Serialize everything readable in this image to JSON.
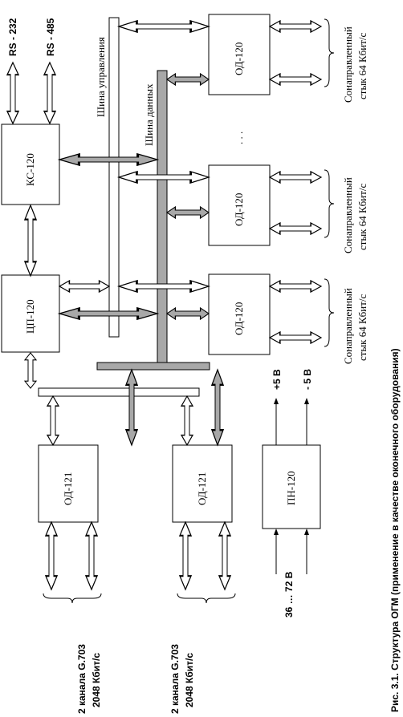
{
  "blocks": {
    "ks": "КС-120",
    "cp": "ЦП-120",
    "od120_top": "ОД-120",
    "od120_mid": "ОД-120",
    "od120_bot": "ОД-120",
    "od121_left": "ОД-121",
    "od121_right": "ОД-121",
    "pn": "ПН-120"
  },
  "buses": {
    "control": "Шина управления",
    "data": "Шина данных"
  },
  "ports": {
    "rs232": "RS - 232",
    "rs485": "RS - 485"
  },
  "interfaces": {
    "codirectional_line1": "Сонаправленный",
    "codirectional_line2": "стык 64 Кбит/с",
    "g703_line1": "2 канала G.703",
    "g703_line2": "2048 Кбит/с"
  },
  "power": {
    "plus5": "+5 В",
    "minus5": "- 5 В",
    "input": "36 … 72 В"
  },
  "ellipsis": ". . .",
  "caption": "Рис. 3.1. Структура ОГМ (применение в качестве оконечного оборудования)"
}
